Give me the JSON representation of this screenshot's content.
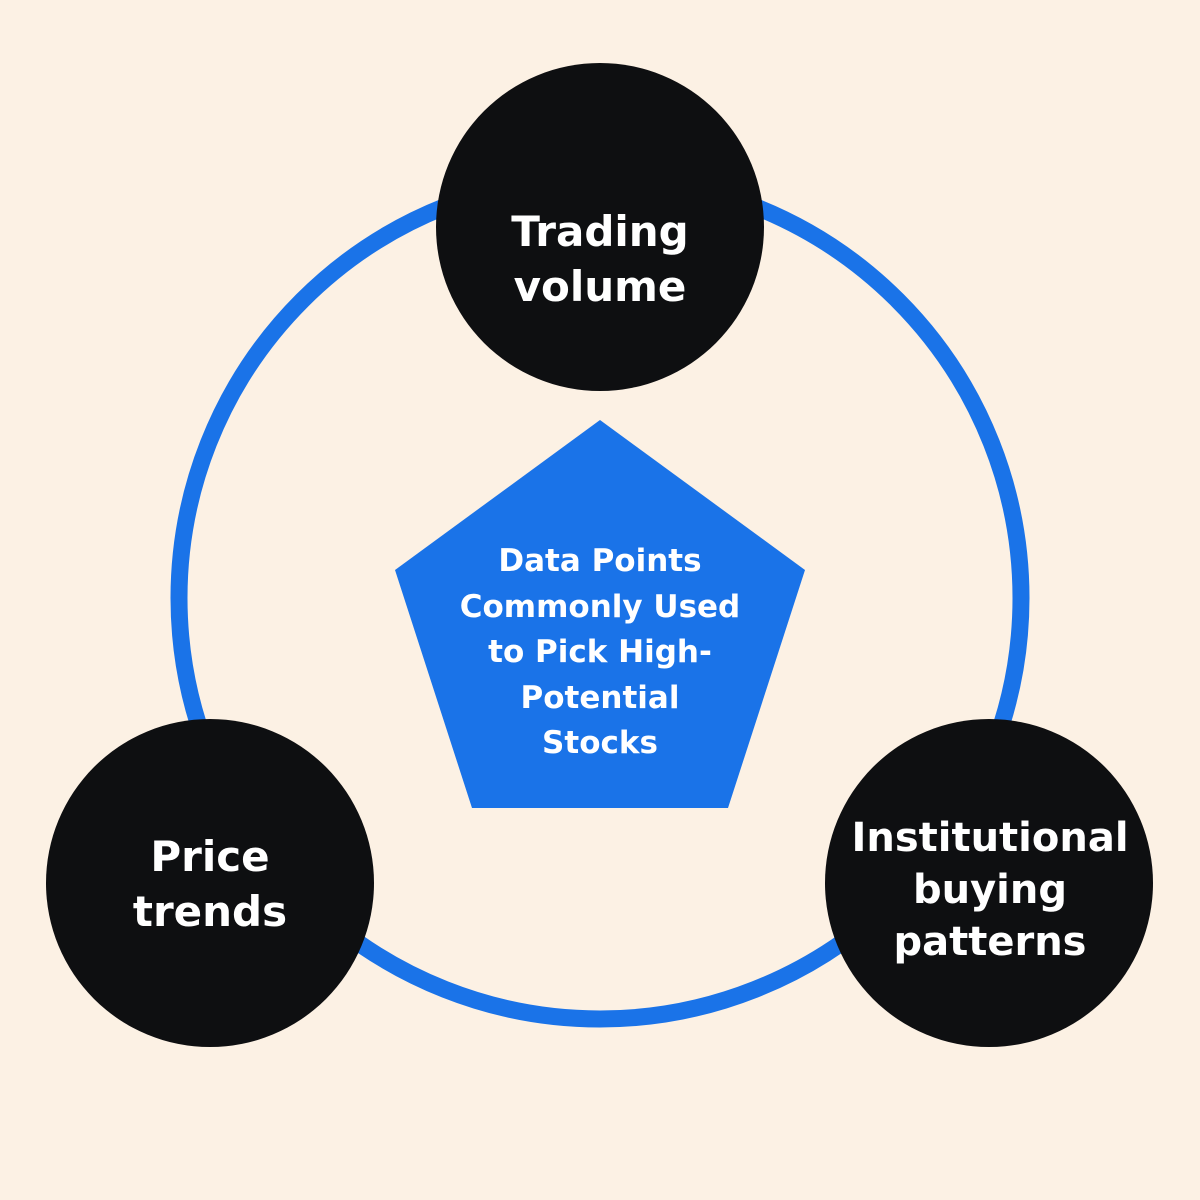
{
  "colors": {
    "background": "#FCF1E4",
    "ring": "#1A73E8",
    "node_fill": "#0E0F11",
    "center_fill": "#1A73E8",
    "text": "#FFFFFF"
  },
  "center": {
    "title_lines": [
      "Data Points",
      "Commonly Used",
      "to Pick High-",
      "Potential",
      "Stocks"
    ]
  },
  "nodes": {
    "top": {
      "lines": [
        "Trading",
        "volume"
      ]
    },
    "left": {
      "lines": [
        "Price",
        "trends"
      ]
    },
    "right": {
      "lines": [
        "Institutional",
        "buying",
        "patterns"
      ]
    }
  }
}
